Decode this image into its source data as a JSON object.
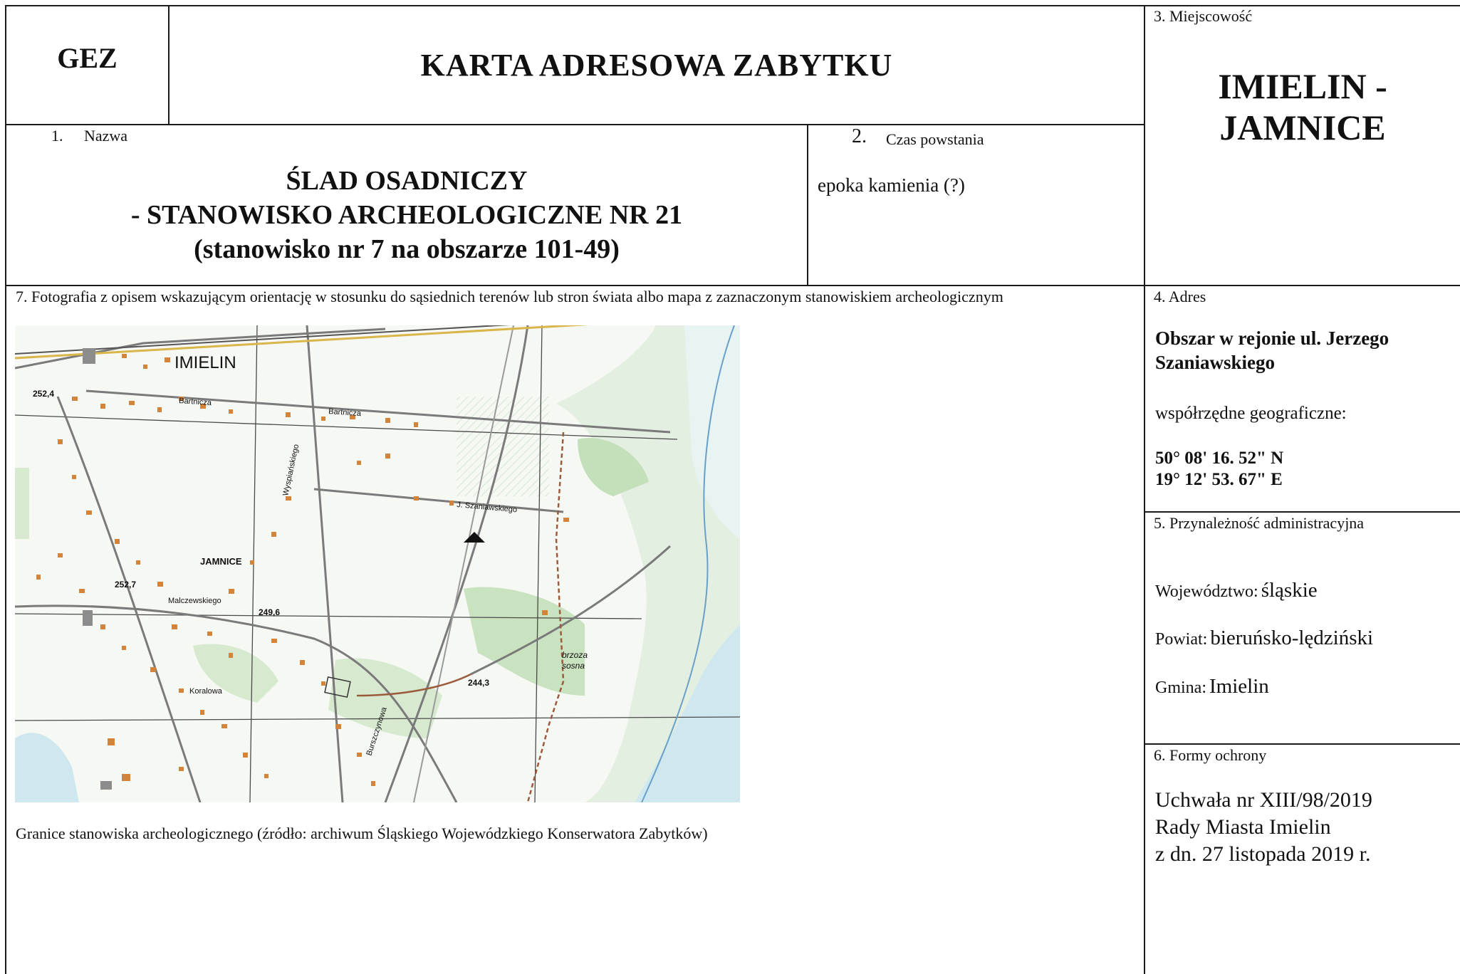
{
  "header": {
    "code": "GEZ",
    "title": "KARTA ADRESOWA ZABYTKU"
  },
  "locality": {
    "label": "3. Miejscowość",
    "value_line1": "IMIELIN -",
    "value_line2": "JAMNICE"
  },
  "name": {
    "label_number": "1.",
    "label_text": "Nazwa",
    "line1": "ŚLAD OSADNICZY",
    "line2": "- STANOWISKO ARCHEOLOGICZNE NR 21",
    "line3": "(stanowisko nr 7 na obszarze 101-49)"
  },
  "period": {
    "label_number": "2.",
    "label_text": "Czas powstania",
    "value": "epoka kamienia (?)"
  },
  "photo": {
    "label": "7. Fotografia z opisem wskazującym orientację w stosunku do sąsiednich terenów lub stron świata albo mapa z zaznaczonym stanowiskiem archeologicznym",
    "caption": "Granice stanowiska archeologicznego (źródło: archiwum Śląskiego Wojewódzkiego Konserwatora Zabytków)"
  },
  "map": {
    "town_label": "IMIELIN",
    "village_label": "JAMNICE",
    "street_bartnicza": "Bartnicza",
    "street_bartnicza_2": "Bartnicza",
    "street_szaniawskiego": "J. Szaniawskiego",
    "street_malczewskiego": "Malczewskiego",
    "street_wyspianskiego": "Wyspiańskiego",
    "street_burszczynowa": "Burszczynowa",
    "street_koralowa": "Koralowa",
    "forest_1": "brzoza",
    "forest_2": "sosna",
    "elev_1": "252,4",
    "elev_2": "252,7",
    "elev_3": "249,6",
    "elev_4": "244,3"
  },
  "address": {
    "label": "4. Adres",
    "line1": "Obszar w rejonie ul. Jerzego",
    "line2": "Szaniawskiego",
    "coords_label": "współrzędne geograficzne:",
    "lat": "50° 08' 16. 52\" N",
    "lon": "19° 12' 53. 67\" E"
  },
  "admin": {
    "label": "5. Przynależność administracyjna",
    "voiv_label": "Województwo:",
    "voiv_value": "śląskie",
    "county_label": "Powiat:",
    "county_value": "bieruńsko-lędziński",
    "commune_label": "Gmina:",
    "commune_value": "Imielin"
  },
  "protection": {
    "label": "6. Formy ochrony",
    "line1": "Uchwała nr XIII/98/2019",
    "line2": "Rady Miasta Imielin",
    "line3": "z dn. 27 listopada 2019 r."
  }
}
